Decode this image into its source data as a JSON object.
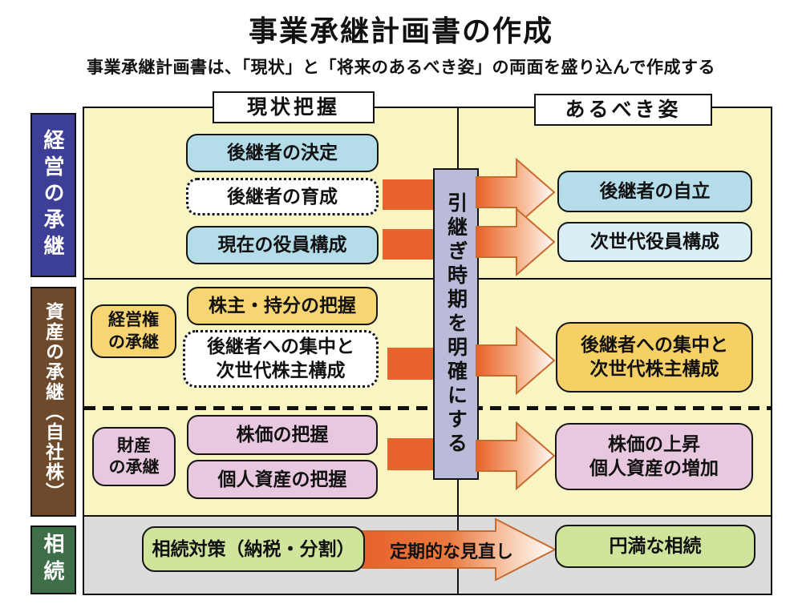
{
  "title": "事業承継計画書の作成",
  "subtitle": "事業承継計画書は、「現状」と「将来のあるべき姿」の両面を盛り込んで作成する",
  "column_headers": {
    "current_state": "現状把握",
    "ideal_state": "あるべき姿"
  },
  "sidebar": {
    "management": "経営の承継",
    "assets": "資産の承継（自社株）",
    "inheritance": "相続"
  },
  "center_box": {
    "label": "引継ぎ時期を明確にする"
  },
  "management_section": {
    "successor_decision": "後継者の決定",
    "successor_training": "後継者の育成",
    "current_board": "現在の役員構成",
    "successor_independence": "後継者の自立",
    "next_gen_board": "次世代役員構成"
  },
  "asset_section": {
    "mgmt_rights_label": "経営権\nの承継",
    "shareholding_grasp": "株主・持分の把握",
    "concentration_current": "後継者への集中と\n次世代株主構成",
    "concentration_ideal": "後継者への集中と\n次世代株主構成",
    "property_label": "財産\nの承継",
    "stock_price_grasp": "株価の把握",
    "personal_assets_grasp": "個人資産の把握",
    "stock_rise_ideal": "株価の上昇\n個人資産の増加"
  },
  "inheritance_section": {
    "measures": "相続対策（納税・分割）",
    "periodic_review": "定期的な見直し",
    "harmonious_inheritance": "円満な相続"
  },
  "colors": {
    "diagram_background": "#f9f5c3",
    "inheritance_band_background": "#dcdcda",
    "sidebar_management": "#3d3e95",
    "sidebar_assets": "#6e4a2d",
    "sidebar_inheritance": "#3e6f49",
    "box_blue": "#b4dce9",
    "box_light_blue": "#daeef6",
    "box_yellow": "#f7d572",
    "box_pink": "#e7c8de",
    "box_green": "#d0e59c",
    "center_bar": "#b9bbd9",
    "arrow_orange": "#e8622b"
  }
}
